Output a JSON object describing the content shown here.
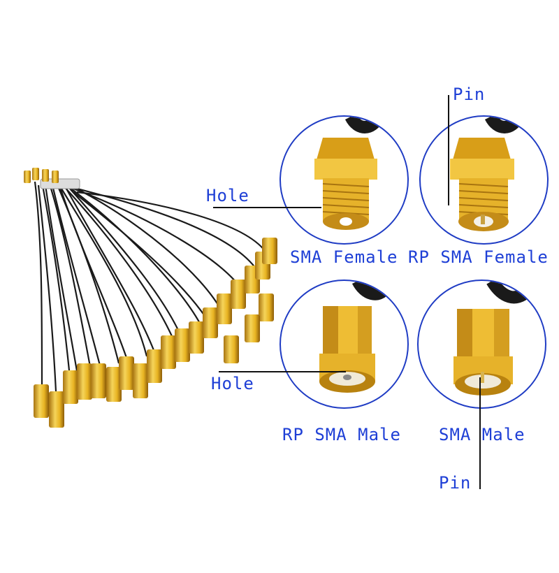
{
  "labels": {
    "hole_top": "Hole",
    "pin_top": "Pin",
    "sma_female": "SMA Female",
    "rp_sma_female": "RP SMA Female",
    "hole_bottom": "Hole",
    "rp_sma_male": "RP SMA Male",
    "sma_male": "SMA Male",
    "pin_bottom": "Pin"
  },
  "colors": {
    "label_text": "#1e3fd6",
    "circle_border": "#1f3cc4",
    "gold": "#e8b422",
    "gold_dark": "#a87410",
    "cable": "#1a1a1a"
  }
}
